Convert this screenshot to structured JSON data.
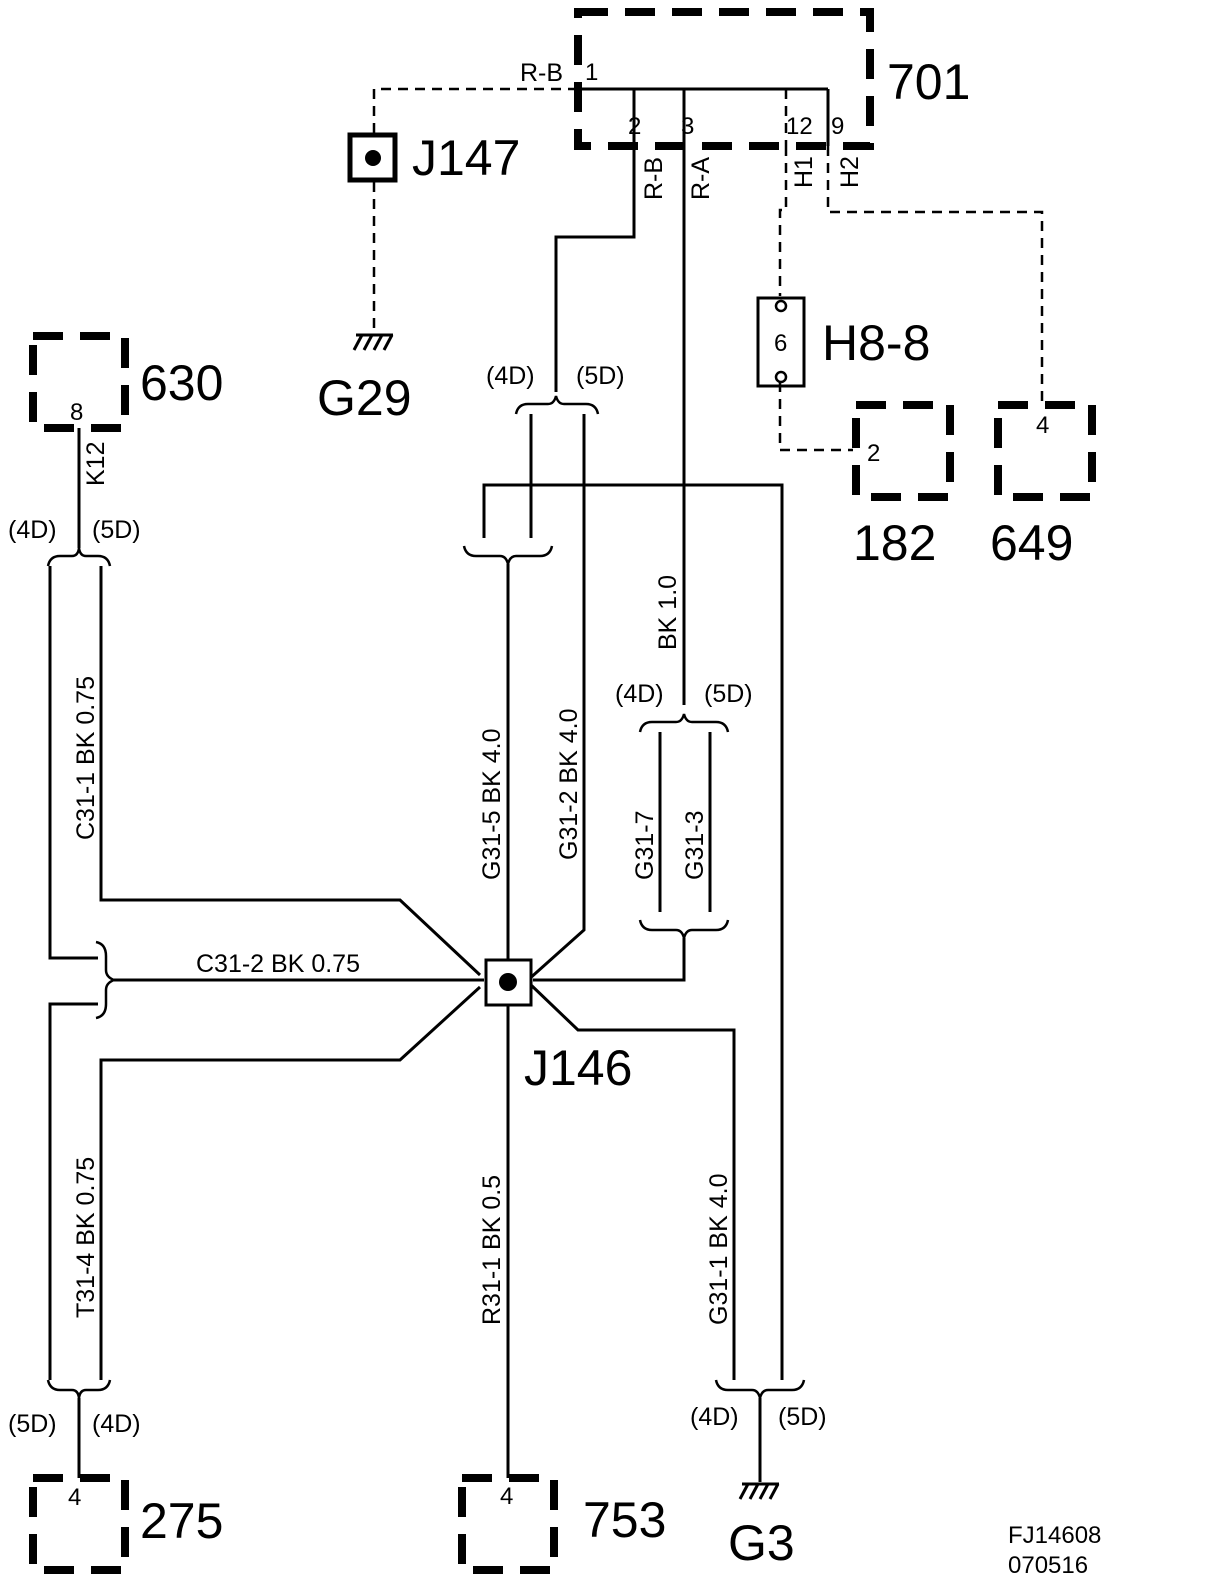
{
  "components": {
    "c701": {
      "id": "701",
      "pins": {
        "p1": "1",
        "p2": "2",
        "p3": "3",
        "p12": "12",
        "p9": "9"
      }
    },
    "c630": {
      "id": "630",
      "pin": "8"
    },
    "c182": {
      "id": "182",
      "pin": "2"
    },
    "c649": {
      "id": "649",
      "pin": "4"
    },
    "c275": {
      "id": "275",
      "pin": "4"
    },
    "c753": {
      "id": "753",
      "pin": "4"
    },
    "h88": {
      "id": "H8-8",
      "pin": "6"
    }
  },
  "splices": {
    "j147": "J147",
    "j146": "J146"
  },
  "grounds": {
    "g29": "G29",
    "g3": "G3"
  },
  "wire_labels": {
    "r_b_top": "R-B",
    "r_b_2": "R-B",
    "r_a_3": "R-A",
    "h1": "H1",
    "h2": "H2",
    "k12": "K12",
    "bk_10": "BK  1.0",
    "c31_1": "C31-1  BK  0.75",
    "c31_2": "C31-2   BK    0.75",
    "t31_4": "T31-4  BK  0.75",
    "g31_5": "G31-5    BK  4.0",
    "g31_2": "G31-2    BK  4.0",
    "g31_7": "G31-7",
    "g31_3": "G31-3",
    "r31_1": "R31-1  BK  0.5",
    "g31_1": "G31-1  BK  4.0"
  },
  "variants": {
    "d4": "(4D)",
    "d5": "(5D)"
  },
  "figure_code": {
    "line1": "FJ14608",
    "line2": "070516"
  }
}
